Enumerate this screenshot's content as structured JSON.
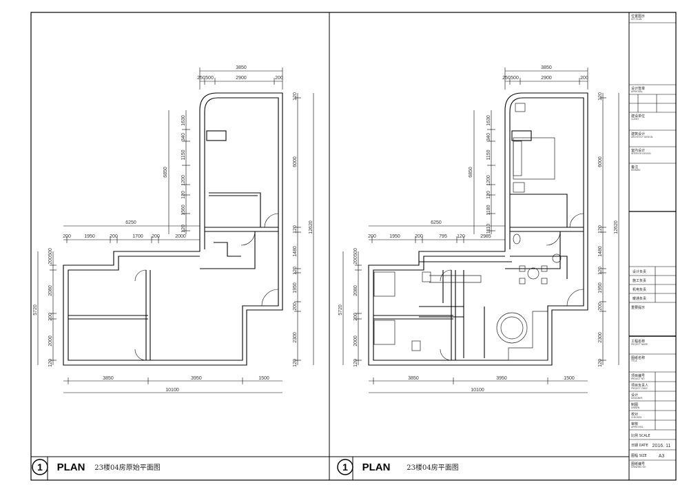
{
  "plans": [
    {
      "number": "1",
      "label": "PLAN",
      "title": "23楼04房原始平面图",
      "top_total": "3850",
      "top": [
        "250",
        "500",
        "2900",
        "200"
      ],
      "left_total": "6850",
      "left": [
        "1630",
        "340",
        "1150",
        "1200",
        "120",
        "1560",
        "120"
      ],
      "mid_total": "6250",
      "mid": [
        "200",
        "1950",
        "200",
        "1700",
        "200",
        "2000"
      ],
      "right_total": "12620",
      "right_a": "6000",
      "right": [
        "120",
        "120",
        "1480",
        "120",
        "1950",
        "200",
        "2300",
        "120"
      ],
      "ll_total": "5720",
      "ll": [
        "200",
        "500",
        "2080",
        "200",
        "2000",
        "120"
      ],
      "bottom": [
        "3850",
        "3950",
        "1500"
      ],
      "bottom_total": "10100"
    },
    {
      "number": "1",
      "label": "PLAN",
      "title": "23楼04房平面图",
      "top_total": "3850",
      "top": [
        "250",
        "500",
        "2900",
        "200"
      ],
      "left_total": "6850",
      "left": [
        "1630",
        "340",
        "1150",
        "1200",
        "120",
        "1180",
        "1110"
      ],
      "mid_total": "6250",
      "mid": [
        "200",
        "1950",
        "200",
        "795",
        "120",
        "2985"
      ],
      "right_total": "12620",
      "right_a": "6000",
      "right": [
        "120",
        "120",
        "1480",
        "120",
        "1950",
        "200",
        "2300",
        "120"
      ],
      "ll_total": "5720",
      "ll": [
        "200",
        "500",
        "2080",
        "200",
        "2000",
        "120"
      ],
      "bottom": [
        "3850",
        "3950",
        "1500"
      ],
      "bottom_total": "10100"
    }
  ],
  "title_block": {
    "key_plan": "位置图示",
    "key_plan_en": "KEY PLAN",
    "approval": "设计签章",
    "approval_en": "APPROVAL",
    "client": "建设单位",
    "client_en": "CLIENT",
    "architect": "建筑设计",
    "architect_en": "ARCHITECT DESIGN",
    "interior": "室内设计",
    "interior_en": "INTERIOR DESIGN",
    "remark": "备注",
    "remark_en": "REMARK",
    "sign_rows": [
      "设计负责",
      "施工负责",
      "机电负责",
      "暖通负责"
    ],
    "notice": "重要提示",
    "project_name": "工程名称",
    "project_name_en": "PROJECT NAME",
    "drawing_title": "图纸名称",
    "drawing_title_en": "TITLE",
    "rows": [
      {
        "cn": "项目编号",
        "en": "PROJECT NO"
      },
      {
        "cn": "项目负责人",
        "en": "PROJECT CHIEF"
      },
      {
        "cn": "设计",
        "en": "DESIGNER"
      },
      {
        "cn": "制图",
        "en": "DRAWN"
      },
      {
        "cn": "校对",
        "en": "CHECKED"
      },
      {
        "cn": "审核",
        "en": "APPROVED"
      }
    ],
    "scale": "比例",
    "scale_en": "SCALE",
    "date": "日期",
    "date_en": "DATE",
    "date_value": "2016. 11",
    "size": "图幅",
    "size_en": "SIZE",
    "size_value": "A3",
    "drawing_no": "图纸编号",
    "drawing_no_en": "DRAWING NO"
  }
}
